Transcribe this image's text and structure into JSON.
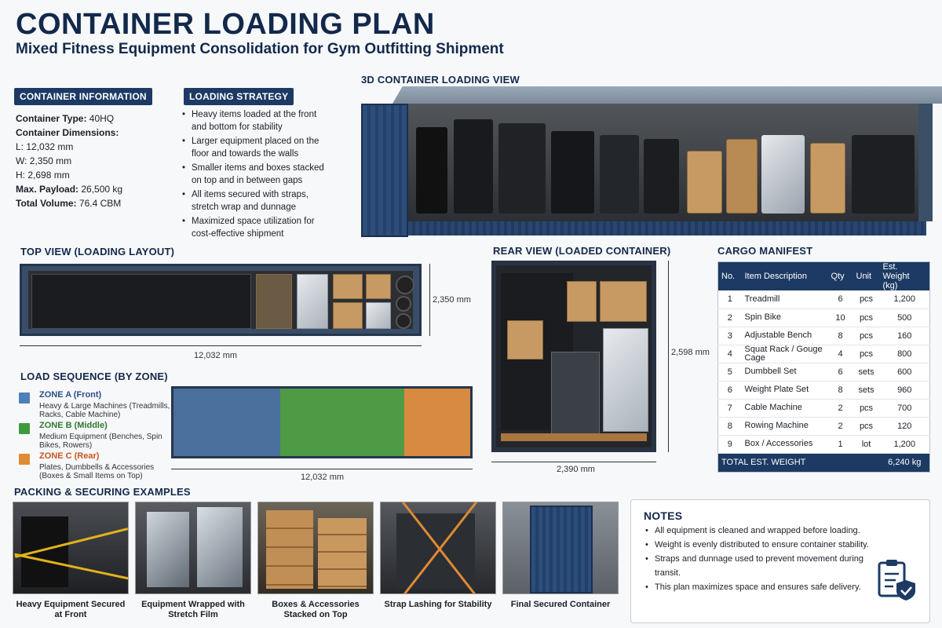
{
  "header": {
    "title": "CONTAINER LOADING PLAN",
    "subtitle": "Mixed Fitness Equipment Consolidation for Gym Outfitting Shipment"
  },
  "container_info": {
    "heading": "CONTAINER INFORMATION",
    "type_label": "Container Type:",
    "type_value": "40HQ",
    "dims_label": "Container Dimensions:",
    "length": "L: 12,032 mm",
    "width": "W: 2,350 mm",
    "height": "H: 2,698 mm",
    "payload_label": "Max. Payload:",
    "payload_value": "26,500 kg",
    "volume_label": "Total Volume:",
    "volume_value": "76.4 CBM"
  },
  "loading_strategy": {
    "heading": "LOADING STRATEGY",
    "items": [
      "Heavy items loaded at the front and bottom for stability",
      "Larger equipment placed on the floor and towards the walls",
      "Smaller items and boxes stacked on top and in between gaps",
      "All items secured with straps, stretch wrap and dunnage",
      "Maximized space utilization for cost-effective shipment"
    ]
  },
  "view_3d": {
    "heading": "3D CONTAINER LOADING VIEW"
  },
  "top_view": {
    "heading": "TOP VIEW (LOADING LAYOUT)",
    "width_dim": "2,350 mm",
    "length_dim": "12,032 mm"
  },
  "load_sequence": {
    "heading": "LOAD SEQUENCE (BY ZONE)",
    "zones": [
      {
        "title": "ZONE A (Front)",
        "desc": "Heavy & Large Machines (Treadmills, Racks, Cable Machine)",
        "color": "#4f7fb8"
      },
      {
        "title": "ZONE B (Middle)",
        "desc": "Medium Equipment (Benches, Spin Bikes, Rowers)",
        "color": "#3f9a3f"
      },
      {
        "title": "ZONE C (Rear)",
        "desc": "Plates, Dumbbells & Accessories (Boxes & Small Items on Top)",
        "color": "#e08a33"
      }
    ],
    "length_dim": "12,032 mm"
  },
  "rear_view": {
    "heading": "REAR VIEW (LOADED CONTAINER)",
    "height_dim": "2,598 mm",
    "width_dim": "2,390 mm"
  },
  "manifest": {
    "heading": "CARGO MANIFEST",
    "columns": [
      "No.",
      "Item Description",
      "Qty",
      "Unit",
      "Est. Weight (kg)"
    ],
    "rows": [
      [
        "1",
        "Treadmill",
        "6",
        "pcs",
        "1,200"
      ],
      [
        "2",
        "Spin Bike",
        "10",
        "pcs",
        "500"
      ],
      [
        "3",
        "Adjustable Bench",
        "8",
        "pcs",
        "160"
      ],
      [
        "4",
        "Squat Rack / Gouge Cage",
        "4",
        "pcs",
        "800"
      ],
      [
        "5",
        "Dumbbell Set",
        "6",
        "sets",
        "600"
      ],
      [
        "6",
        "Weight Plate Set",
        "8",
        "sets",
        "960"
      ],
      [
        "7",
        "Cable Machine",
        "2",
        "pcs",
        "700"
      ],
      [
        "8",
        "Rowing Machine",
        "2",
        "pcs",
        "120"
      ],
      [
        "9",
        "Box / Accessories",
        "1",
        "lot",
        "1,200"
      ]
    ],
    "total_label": "TOTAL EST. WEIGHT",
    "total_value": "6,240 kg"
  },
  "packing": {
    "heading": "PACKING & SECURING EXAMPLES",
    "photos": [
      {
        "caption": "Heavy Equipment Secured at Front"
      },
      {
        "caption": "Equipment Wrapped with Stretch Film"
      },
      {
        "caption": "Boxes & Accessories Stacked on Top"
      },
      {
        "caption": "Strap Lashing for Stability"
      },
      {
        "caption": "Final Secured Container"
      }
    ]
  },
  "notes": {
    "heading": "NOTES",
    "items": [
      "All equipment is cleaned and wrapped before loading.",
      "Weight is evenly distributed to ensure container stability.",
      "Straps and dunnage used to prevent movement during transit.",
      "This plan maximizes space and ensures safe delivery."
    ],
    "icon": "clipboard-shield-icon"
  }
}
